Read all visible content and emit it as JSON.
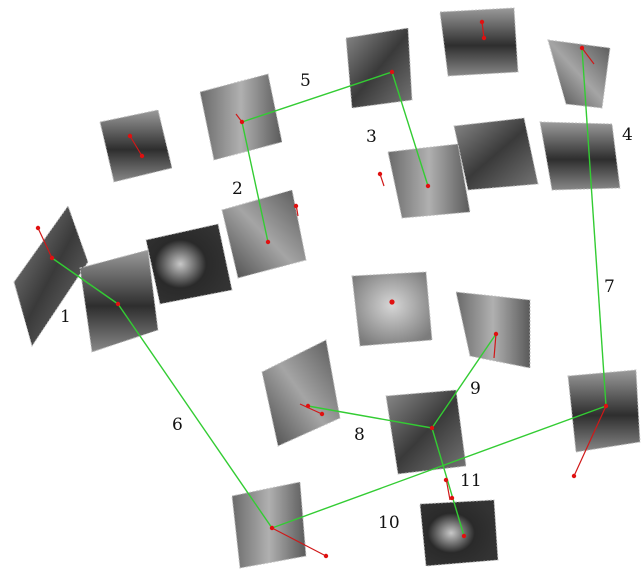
{
  "figure": {
    "labels": [
      "1",
      "2",
      "3",
      "4",
      "5",
      "6",
      "7",
      "8",
      "9",
      "10",
      "11"
    ],
    "colors": {
      "edge": "#33cc33",
      "keypoint": "#e01010",
      "background": "#ffffff"
    }
  }
}
